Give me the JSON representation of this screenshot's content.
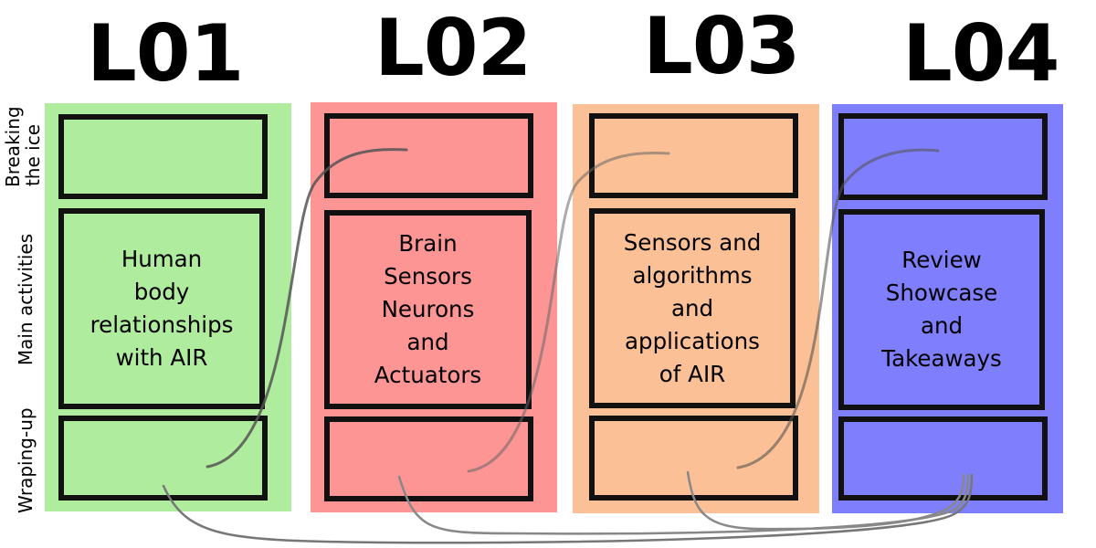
{
  "row_labels": {
    "breaking": [
      "Breaking",
      "the ice"
    ],
    "main": "Main activities",
    "wrapping": "Wraping-up"
  },
  "lessons": [
    {
      "title": "L01",
      "color": "#b0ec9e",
      "main_lines": [
        "Human",
        "body",
        "relationships",
        "with AIR"
      ]
    },
    {
      "title": "L02",
      "color": "#fd9595",
      "main_lines": [
        "Brain",
        "Sensors",
        "Neurons",
        "and",
        "Actuators"
      ]
    },
    {
      "title": "L03",
      "color": "#fcc096",
      "main_lines": [
        "Sensors and",
        "algorithms",
        "and",
        "applications",
        "of AIR"
      ]
    },
    {
      "title": "L04",
      "color": "#7f7ffe",
      "main_lines": [
        "Review",
        "Showcase",
        "and",
        "Takeaways"
      ]
    }
  ]
}
